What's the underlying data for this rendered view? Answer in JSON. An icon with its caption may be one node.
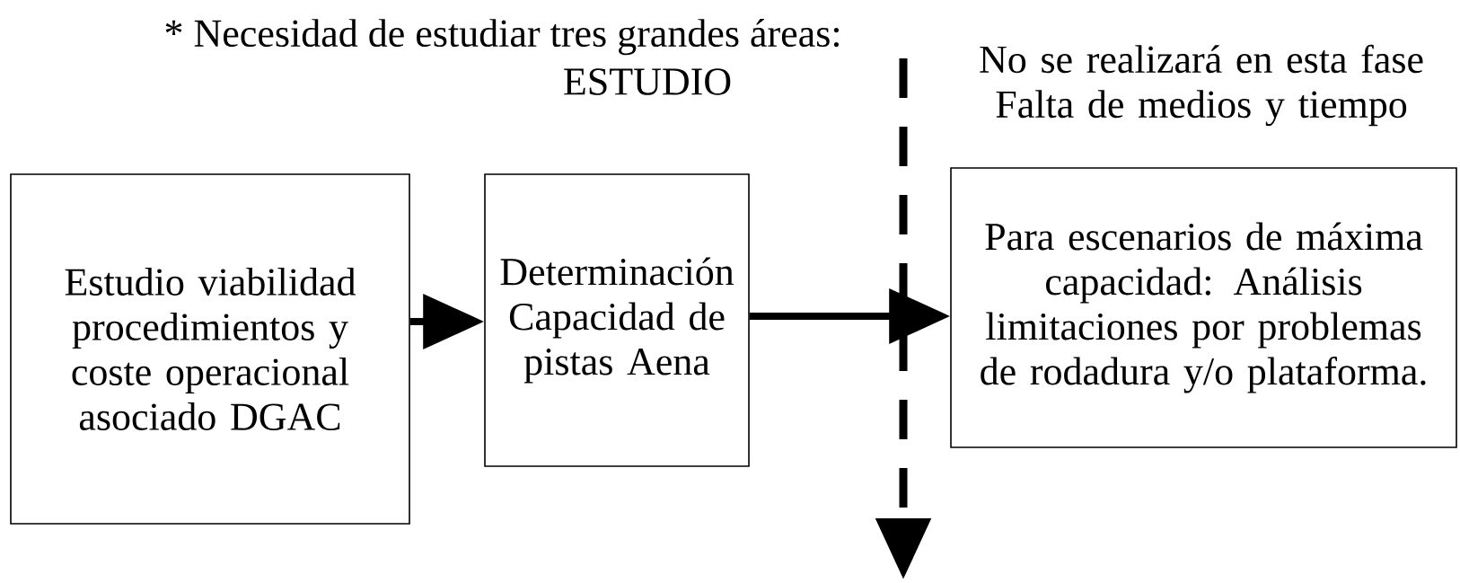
{
  "diagram": {
    "title": "* Necesidad de estudiar tres grandes áreas:",
    "nodes": [
      {
        "text": [
          "Estudio viabilidad procedimientos y coste operacional asociado DGAC"
        ]
      },
      {
        "text": [
          "Determinación Capacidad de pistas Aena"
        ]
      },
      {
        "text": [
          "Para escenarios de máxima capacidad: Análisis limitaciones por problemas de rodadura y/o plataforma."
        ]
      }
    ],
    "edges": [
      {
        "from": 0,
        "to": 1,
        "arrow": "to"
      },
      {
        "from": 1,
        "to": 2,
        "arrow": "to"
      }
    ],
    "labels": [
      "ESTUDIO",
      "No se realizará en esta fase Falta de medios y tiempo"
    ]
  }
}
